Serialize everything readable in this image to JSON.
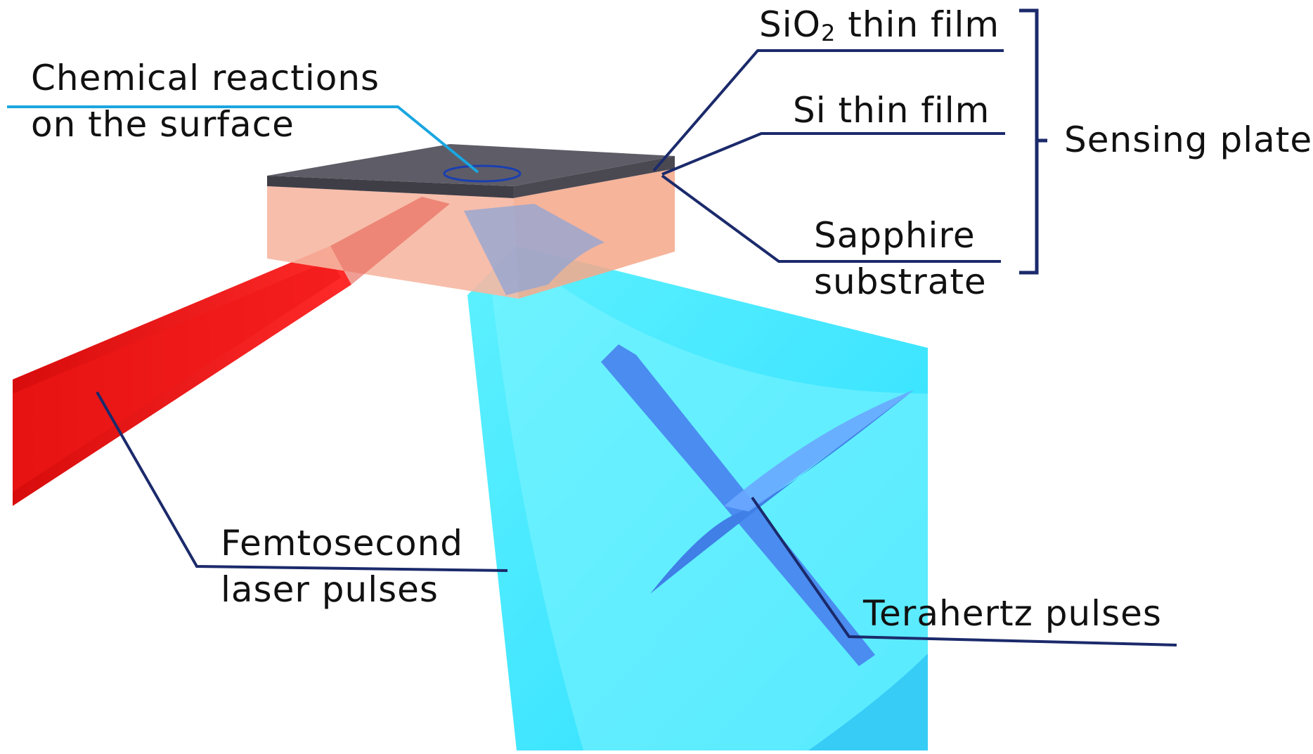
{
  "labels": {
    "chemical_reactions": {
      "line1": "Chemical reactions",
      "line2": "on the surface"
    },
    "sio2_film": {
      "prefix": "SiO",
      "subscript": "2",
      "suffix": " thin film"
    },
    "si_film": "Si thin film",
    "sapphire": {
      "line1": "Sapphire",
      "line2": "substrate"
    },
    "sensing_plate": "Sensing plate",
    "femtosecond": {
      "line1": "Femtosecond",
      "line2": "laser pulses"
    },
    "terahertz": "Terahertz pulses"
  },
  "colors": {
    "leader_line": "#1b2a6b",
    "surface_leader_line": "#1aa6e0",
    "laser_beam": "#e01010",
    "terahertz_beam": "#3ee8ff",
    "terahertz_pulse": "#4a8cf0",
    "plate_top": "#5e5c66",
    "substrate": "#f6b7a2"
  }
}
